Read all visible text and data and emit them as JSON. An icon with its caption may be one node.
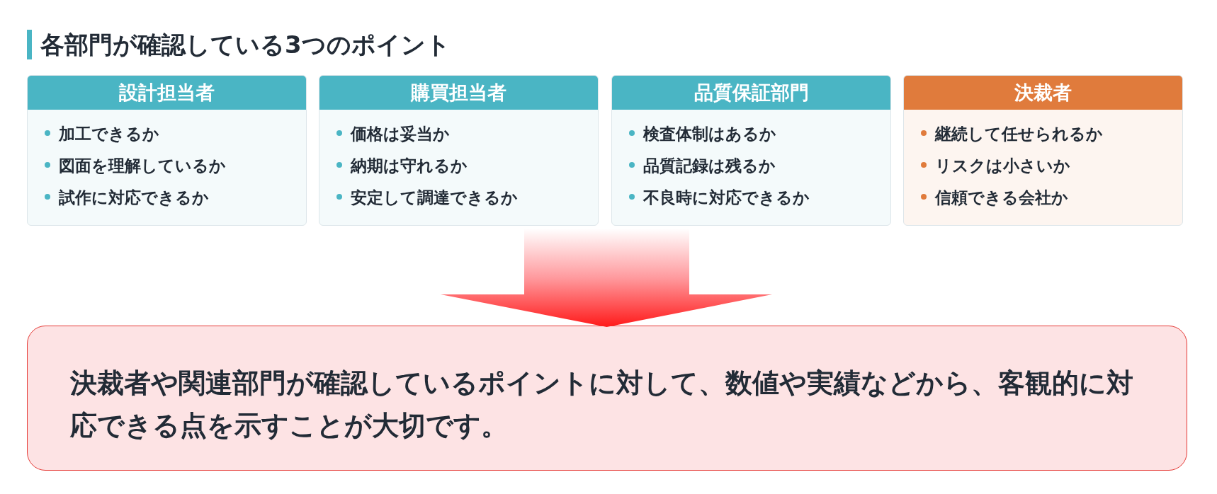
{
  "diagram": {
    "title": "各部門が確認している3つのポイント",
    "nodes": [
      {
        "text": [
          "設計担当者",
          "加工できるか",
          "図面を理解しているか",
          "試作に対応できるか"
        ]
      },
      {
        "text": [
          "購買担当者",
          "価格は妥当か",
          "納期は守れるか",
          "安定して調達できるか"
        ]
      },
      {
        "text": [
          "品質保証部門",
          "検査体制はあるか",
          "品質記録は残るか",
          "不良時に対応できるか"
        ]
      },
      {
        "text": [
          "決裁者",
          "継続して任せられるか",
          "リスクは小さいか",
          "信頼できる会社か"
        ]
      },
      {
        "text": [
          "決裁者や関連部門が確認しているポイントに対して、数値や実績などから、客観的に対応できる点を示すことが大切です。"
        ]
      }
    ],
    "edges": [
      {
        "from": null,
        "to": 4,
        "arrow": "to"
      }
    ]
  }
}
